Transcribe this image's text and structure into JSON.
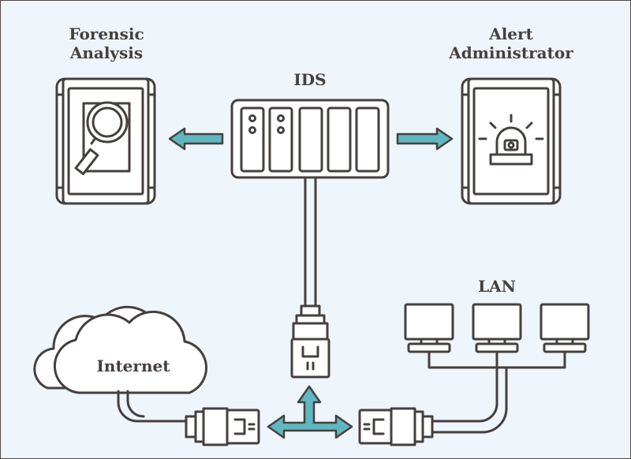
{
  "labels": {
    "forensic_line1": "Forensic",
    "forensic_line2": "Analysis",
    "alert_line1": "Alert",
    "alert_line2": "Administrator",
    "ids": "IDS",
    "lan": "LAN",
    "internet": "Internet"
  },
  "colors": {
    "background": "#eef5fb",
    "stroke": "#45403d",
    "arrow": "#5fb7c0",
    "fill": "#ffffff"
  },
  "icons": [
    "magnifier-icon",
    "siren-icon",
    "cloud-icon",
    "ethernet-plug-icon",
    "monitor-icon",
    "server-rack-icon"
  ]
}
